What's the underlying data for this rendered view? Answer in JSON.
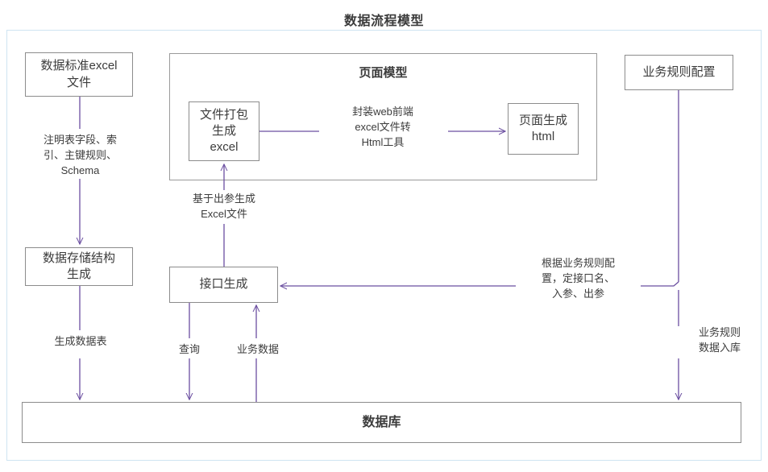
{
  "diagram": {
    "title": "数据流程模型",
    "accent_color": "#6b4fa0",
    "box_border_color": "#8c8c8c",
    "frame_color": "#cfe4f2"
  },
  "nodes": {
    "std_excel": "数据标准excel\n文件",
    "storage_struct": "数据存储结构\n生成",
    "pack_excel": "文件打包\n生成\nexcel",
    "gen_html": "页面生成\nhtml",
    "api_gen": "接口生成",
    "biz_rule": "业务规则配置",
    "database": "数据库"
  },
  "groups": {
    "page_model": "页面模型"
  },
  "edge_labels": {
    "schema": "注明表字段、索\n引、主键规则、\nSchema",
    "gen_table": "生成数据表",
    "based_on_out": "基于出参生成\nExcel文件",
    "query": "查询",
    "biz_data": "业务数据",
    "web_tool": "封装web前端\nexcel文件转\nHtml工具",
    "by_rule": "根据业务规则配\n置，定接口名、\n入参、出参",
    "rule_store": "业务规则\n数据入库"
  },
  "chart_data": {
    "type": "diagram",
    "title": "数据流程模型",
    "nodes": [
      {
        "id": "std_excel",
        "label": "数据标准excel文件"
      },
      {
        "id": "storage_struct",
        "label": "数据存储结构生成"
      },
      {
        "id": "page_model",
        "label": "页面模型",
        "kind": "container"
      },
      {
        "id": "pack_excel",
        "label": "文件打包生成excel"
      },
      {
        "id": "gen_html",
        "label": "页面生成html"
      },
      {
        "id": "api_gen",
        "label": "接口生成"
      },
      {
        "id": "biz_rule",
        "label": "业务规则配置"
      },
      {
        "id": "database",
        "label": "数据库"
      }
    ],
    "edges": [
      {
        "from": "std_excel",
        "to": "storage_struct",
        "label": "注明表字段、索引、主键规则、Schema"
      },
      {
        "from": "storage_struct",
        "to": "database",
        "label": "生成数据表"
      },
      {
        "from": "api_gen",
        "to": "pack_excel",
        "label": "基于出参生成Excel文件"
      },
      {
        "from": "pack_excel",
        "to": "gen_html",
        "label": "封装web前端excel文件转Html工具"
      },
      {
        "from": "api_gen",
        "to": "database",
        "label": "查询"
      },
      {
        "from": "database",
        "to": "api_gen",
        "label": "业务数据"
      },
      {
        "from": "biz_rule",
        "to": "api_gen",
        "label": "根据业务规则配置，定接口名、入参、出参"
      },
      {
        "from": "biz_rule",
        "to": "database",
        "label": "业务规则数据入库"
      }
    ]
  }
}
